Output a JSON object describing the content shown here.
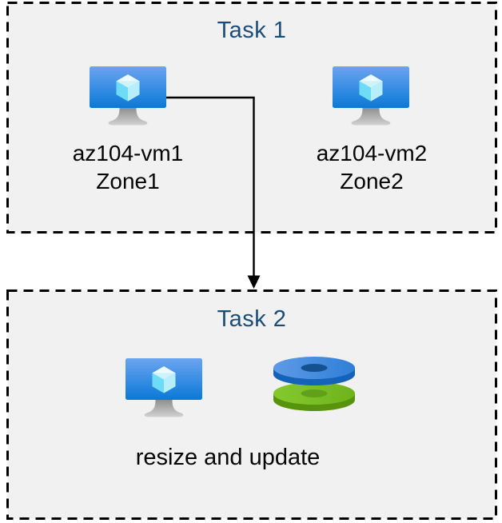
{
  "task1": {
    "title": "Task 1",
    "vms": [
      {
        "name": "az104-vm1",
        "zone": "Zone1"
      },
      {
        "name": "az104-vm2",
        "zone": "Zone2"
      }
    ]
  },
  "task2": {
    "title": "Task 2",
    "caption": "resize and update"
  },
  "arrow": {
    "from": "az104-vm1",
    "to": "Task 2"
  },
  "icons": {
    "vm": "virtual-machine-icon",
    "disks": "managed-disks-icon",
    "connector": "arrow-down-connector"
  },
  "colors": {
    "title_text": "#1a4c78",
    "label_text": "#050505",
    "box_fill": "#f1f1f1",
    "box_border": "#000000",
    "arrow": "#000000",
    "vm_screen_top": "#66a1ef",
    "vm_screen_bottom": "#0a79d8",
    "vm_cube": "#6fdcf7",
    "disk_top_blue": "#3c87dd",
    "disk_hole_blue": "#14528f",
    "disk_top_green": "#77bd23",
    "disk_hole_green": "#61a019",
    "stand_gray": "#b5b5b5"
  }
}
